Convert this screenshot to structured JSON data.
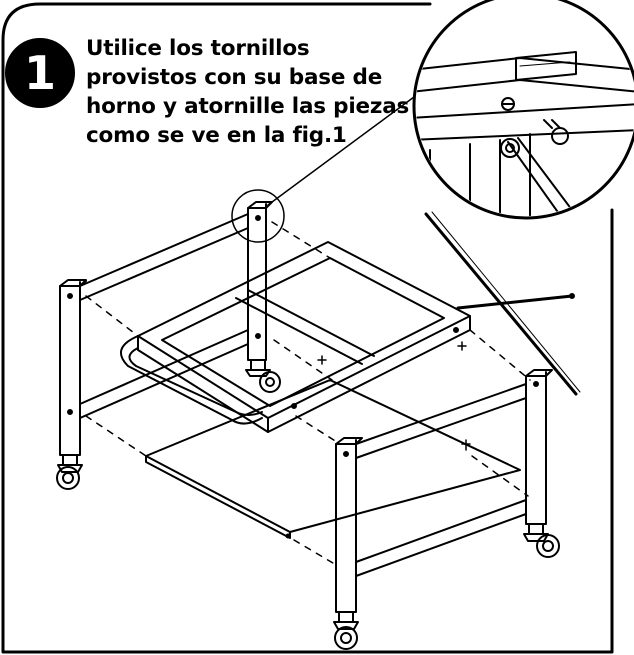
{
  "step": {
    "number": "1",
    "lines": [
      "Utilice los tornillos",
      "provistos con su base de",
      "horno y atornille las piezas",
      "como se ve en la fig.1"
    ]
  },
  "colors": {
    "ink": "#000000",
    "badge": "#000000",
    "badge_text": "#ffffff",
    "paper": "#ffffff"
  },
  "icons": {
    "step_badge": "circled-number-icon",
    "detail": "zoom-detail-icon",
    "caster": "caster-wheel-icon"
  }
}
